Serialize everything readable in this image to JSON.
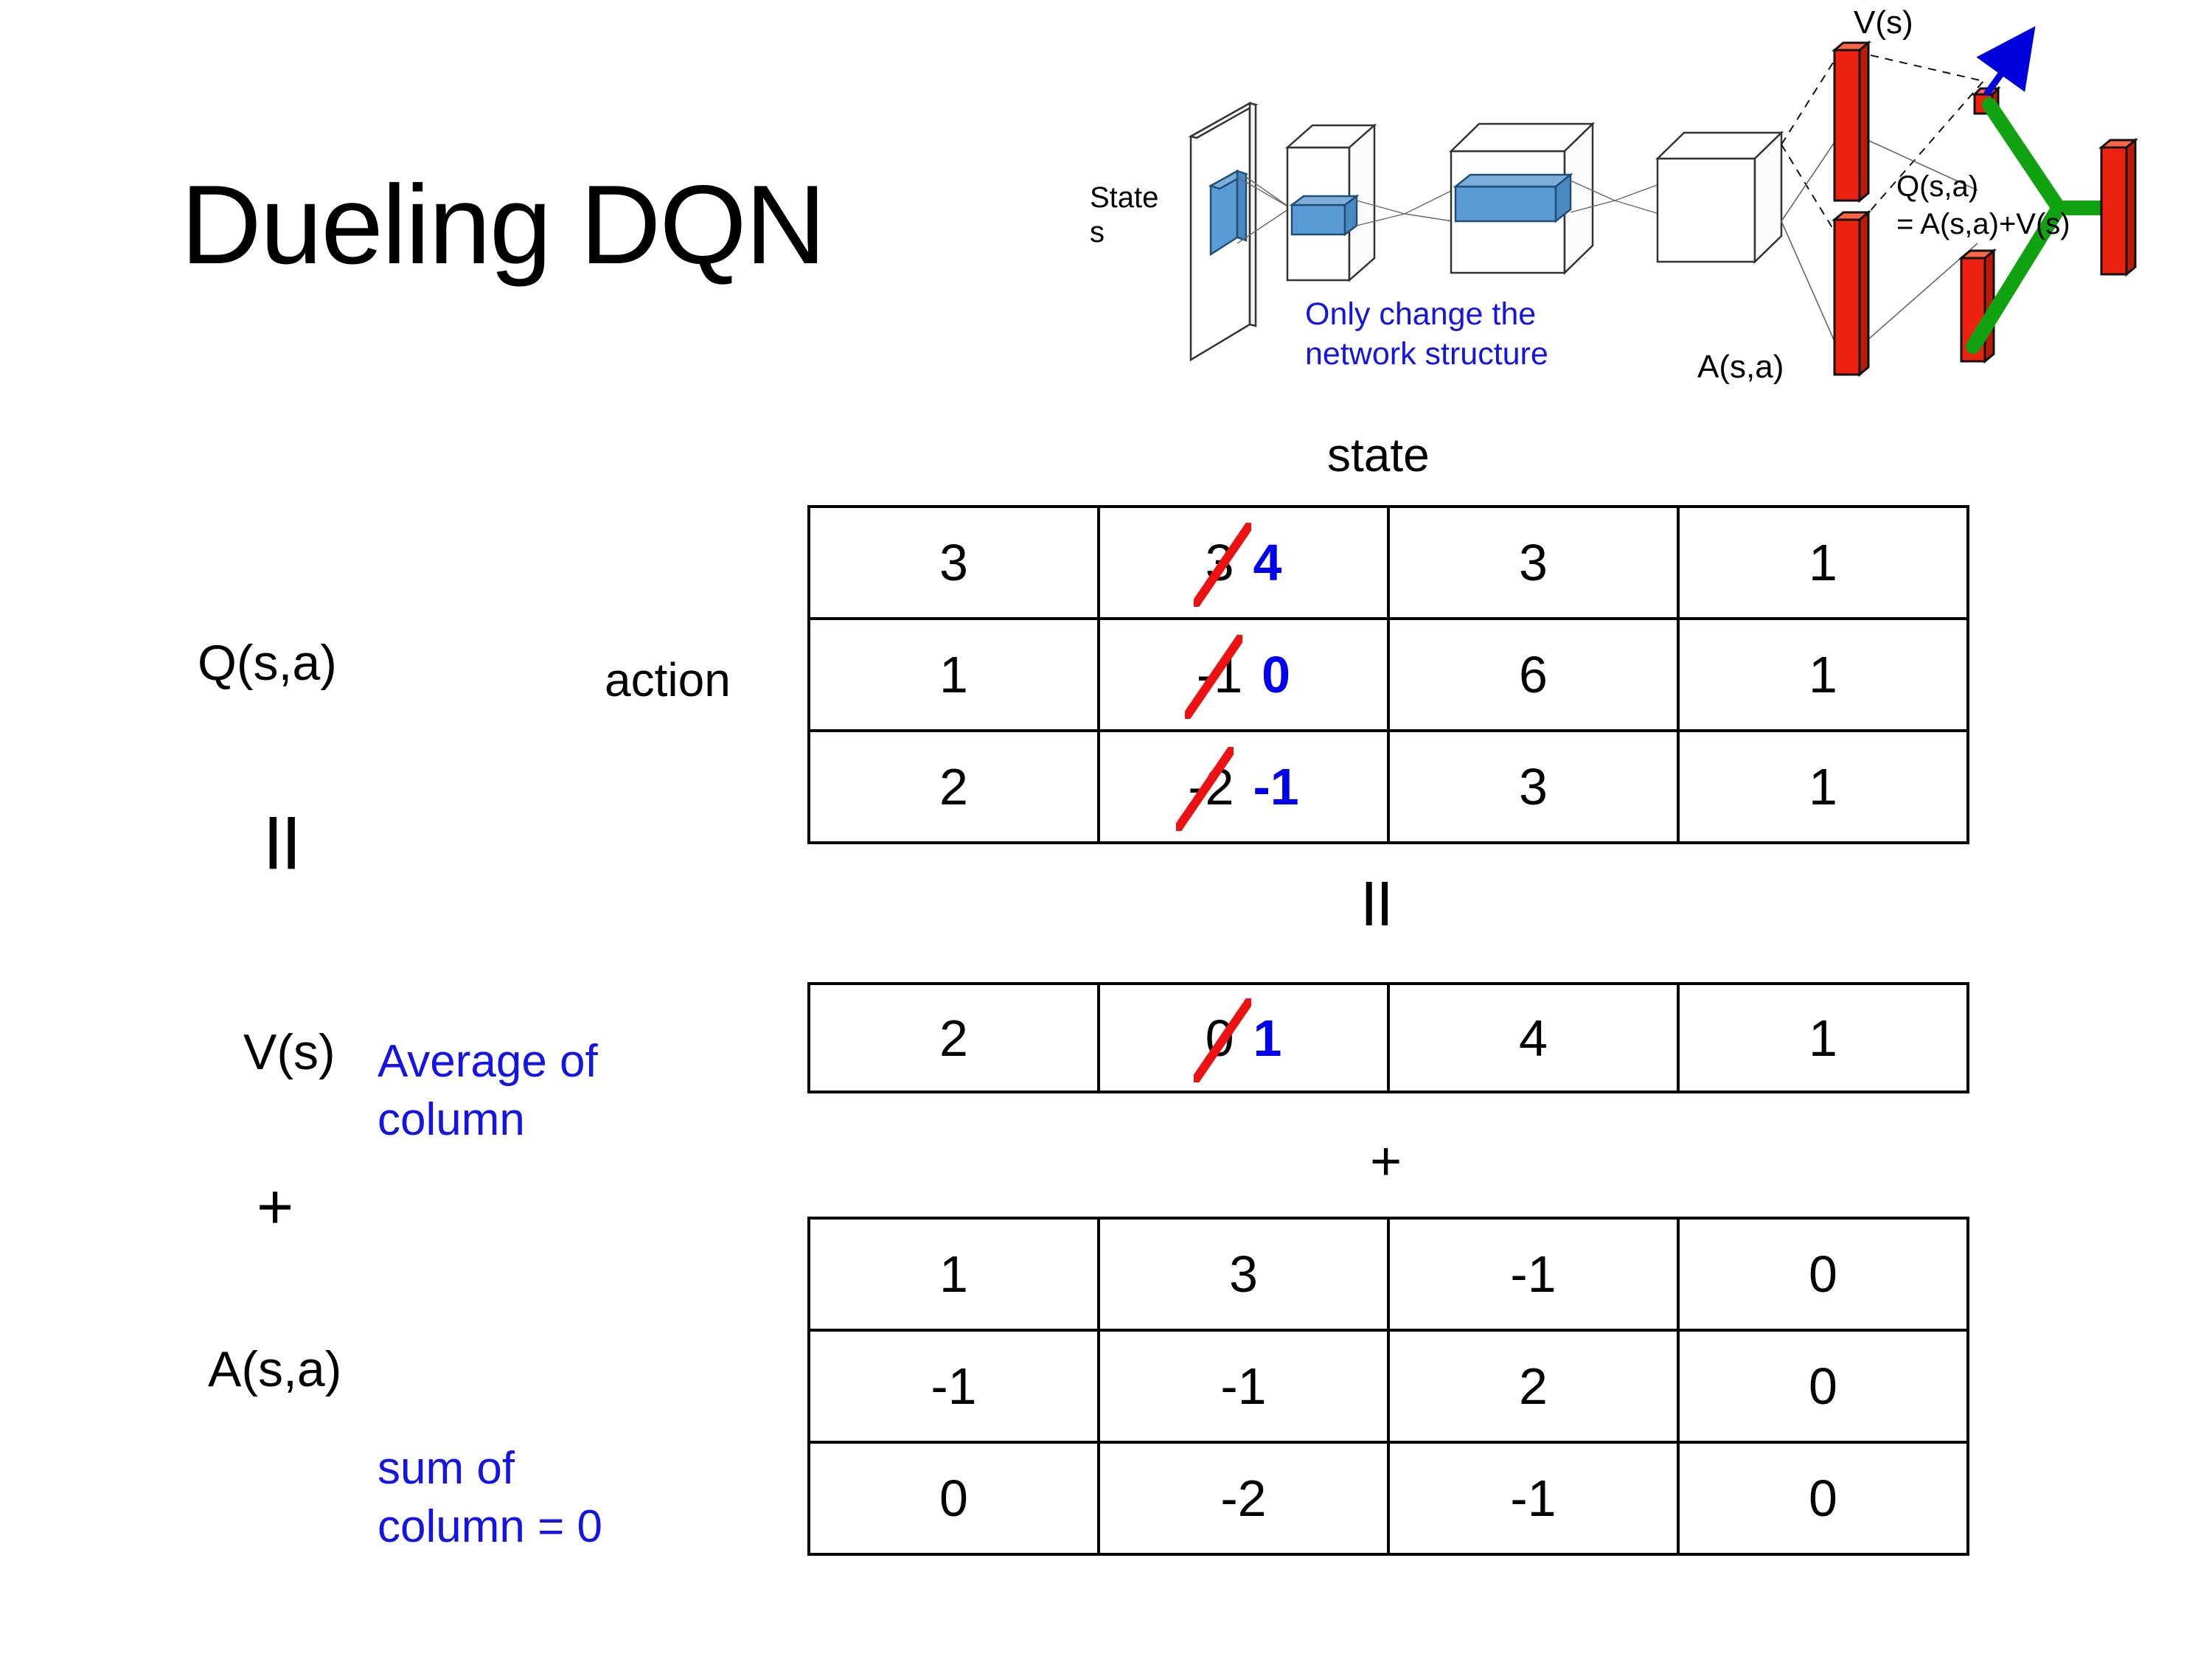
{
  "title": "Dueling DQN",
  "diagram": {
    "state_label": "State\ns",
    "only_change_note": "Only change the\nnetwork structure",
    "v_output_label": "V(s)",
    "a_output_label": "A(s,a)",
    "q_output_label": "Q(s,a)\n= A(s,a)+V(s)",
    "colors": {
      "filter_blue": "#5b9bd5",
      "output_red": "#ee2211",
      "merge_green": "#11a211",
      "arrow_blue": "#0000dd",
      "note_blue": "#1414e6"
    }
  },
  "labels": {
    "state_header": "state",
    "action_header": "action",
    "q_label": "Q(s,a)",
    "v_label": "V(s)",
    "a_label": "A(s,a)",
    "equals_left": "||",
    "equals_mid": "||",
    "plus_left": "+",
    "plus_mid": "+"
  },
  "notes": {
    "average_of_column": "Average of\ncolumn",
    "sum_of_column": "sum of\ncolumn = 0"
  },
  "chart_data": {
    "type": "table",
    "title": "Dueling DQN decomposition Q(s,a) = V(s) + A(s,a)",
    "xlabel": "state",
    "ylabel": "action",
    "tables": [
      {
        "name": "Q",
        "label": "Q(s,a)",
        "rows": [
          [
            {
              "value": "3"
            },
            {
              "value": "3",
              "old": "3",
              "new": "4",
              "struck": true
            },
            {
              "value": "3"
            },
            {
              "value": "1"
            }
          ],
          [
            {
              "value": "1"
            },
            {
              "value": "-1",
              "old": "-1",
              "new": "0",
              "struck": true
            },
            {
              "value": "6"
            },
            {
              "value": "1"
            }
          ],
          [
            {
              "value": "2"
            },
            {
              "value": "-2",
              "old": "-2",
              "new": "-1",
              "struck": true
            },
            {
              "value": "3"
            },
            {
              "value": "1"
            }
          ]
        ]
      },
      {
        "name": "V",
        "label": "V(s)",
        "rows": [
          [
            {
              "value": "2"
            },
            {
              "value": "0",
              "old": "0",
              "new": "1",
              "struck": true
            },
            {
              "value": "4"
            },
            {
              "value": "1"
            }
          ]
        ]
      },
      {
        "name": "A",
        "label": "A(s,a)",
        "rows": [
          [
            {
              "value": "1"
            },
            {
              "value": "3"
            },
            {
              "value": "-1"
            },
            {
              "value": "0"
            }
          ],
          [
            {
              "value": "-1"
            },
            {
              "value": "-1"
            },
            {
              "value": "2"
            },
            {
              "value": "0"
            }
          ],
          [
            {
              "value": "0"
            },
            {
              "value": "-2"
            },
            {
              "value": "-1"
            },
            {
              "value": "0"
            }
          ]
        ]
      }
    ]
  }
}
